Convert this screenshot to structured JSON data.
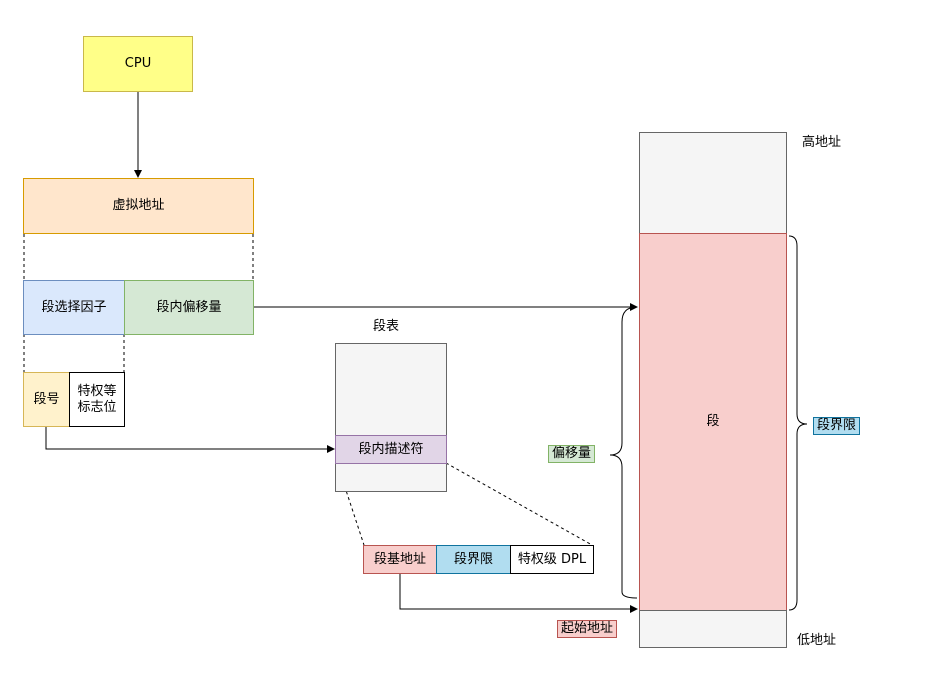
{
  "colors": {
    "cpu_fill": "#ffff88",
    "cpu_border": "#c9b84a",
    "orange_fill": "#ffe6cc",
    "orange_border": "#d79b00",
    "blue_fill": "#dae8fc",
    "blue_border": "#6c8ebf",
    "green_fill": "#d5e8d4",
    "green_border": "#82b366",
    "yellow_fill": "#fff2cc",
    "yellow_border": "#d6b656",
    "purple_fill": "#e1d5e7",
    "purple_border": "#9673a6",
    "red_fill": "#f8cecc",
    "red_border": "#b85450",
    "cyan_fill": "#b1ddf0",
    "cyan_border": "#10739e",
    "gray_fill": "#f5f5f5",
    "gray_border": "#666666"
  },
  "cpu": {
    "label": "CPU"
  },
  "virtual_address": {
    "label": "虚拟地址",
    "selector_label": "段选择因子",
    "offset_label": "段内偏移量"
  },
  "selector_parts": {
    "segment_number": "段号",
    "privilege_flag": "特权等\n标志位"
  },
  "segment_table": {
    "title": "段表",
    "descriptor": "段内描述符"
  },
  "descriptor_fields": {
    "base": "段基地址",
    "limit": "段界限",
    "dpl": "特权级 DPL"
  },
  "memory": {
    "high_address": "高地址",
    "low_address": "低地址",
    "segment": "段",
    "offset_tag": "偏移量",
    "limit_tag": "段界限",
    "start_tag": "起始地址"
  }
}
